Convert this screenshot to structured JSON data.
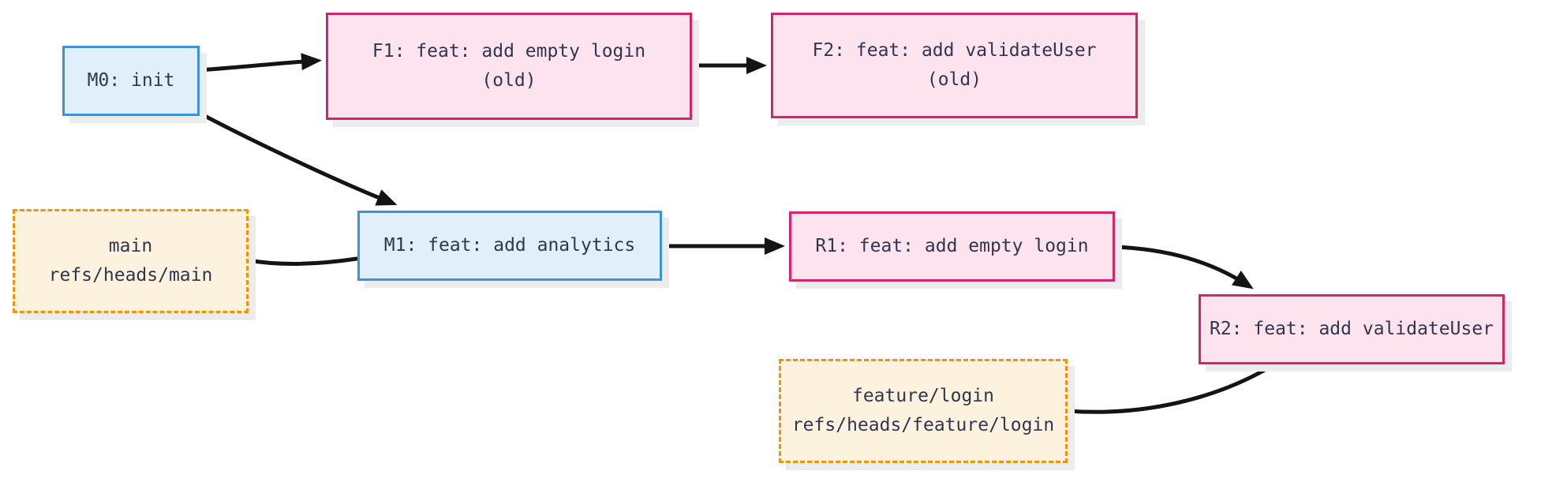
{
  "diagram": {
    "kind": "git-commit-graph",
    "background": "#ffffff",
    "colors": {
      "main_commit_fill": "#e0effa",
      "main_commit_border": "#3e92d8",
      "feature_commit_fill": "#fce3ee",
      "feature_commit_border": "#d6246c",
      "branch_ref_fill": "#fdf2de",
      "branch_ref_border": "#f2930d",
      "edge_stroke": "#141414",
      "text": "#303650",
      "shadow": "#ececec"
    },
    "nodes": [
      {
        "id": "M0",
        "label": "M0: init",
        "sublabel": "",
        "type": "main-commit"
      },
      {
        "id": "F1",
        "label": "F1: feat: add empty login",
        "sublabel": "(old)",
        "type": "feature-commit"
      },
      {
        "id": "F2",
        "label": "F2: feat: add validateUser",
        "sublabel": "(old)",
        "type": "feature-commit"
      },
      {
        "id": "main-ref",
        "label": "main",
        "sublabel": "refs/heads/main",
        "type": "branch-ref"
      },
      {
        "id": "M1",
        "label": "M1: feat: add analytics",
        "sublabel": "",
        "type": "main-commit"
      },
      {
        "id": "R1",
        "label": "R1: feat: add empty login",
        "sublabel": "",
        "type": "feature-commit"
      },
      {
        "id": "R2",
        "label": "R2: feat: add validateUser",
        "sublabel": "",
        "type": "feature-commit"
      },
      {
        "id": "feature-login-ref",
        "label": "feature/login",
        "sublabel": "refs/heads/feature/login",
        "type": "branch-ref"
      }
    ],
    "edges": [
      {
        "from": "M0",
        "to": "F1",
        "arrow": true
      },
      {
        "from": "M0",
        "to": "M1",
        "arrow": true
      },
      {
        "from": "F1",
        "to": "F2",
        "arrow": true
      },
      {
        "from": "main-ref",
        "to": "M1",
        "arrow": false
      },
      {
        "from": "M1",
        "to": "R1",
        "arrow": true
      },
      {
        "from": "R1",
        "to": "R2",
        "arrow": true
      },
      {
        "from": "feature-login-ref",
        "to": "R2",
        "arrow": false
      }
    ]
  }
}
